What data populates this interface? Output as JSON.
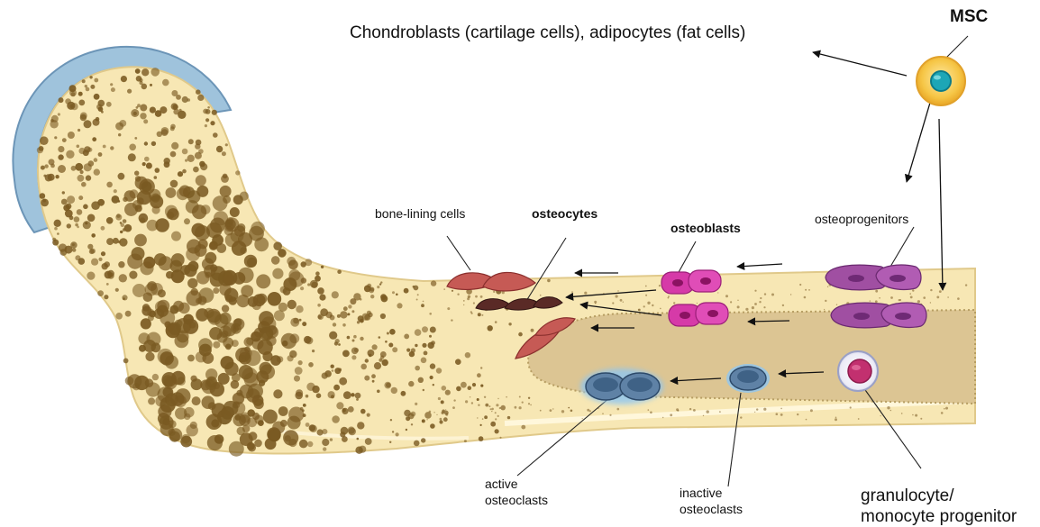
{
  "labels": {
    "msc": "MSC",
    "chondro_adipo": "Chondroblasts (cartilage cells), adipocytes (fat cells)",
    "bone_lining_cells": "bone-lining cells",
    "osteocytes": "osteocytes",
    "osteoblasts": "osteoblasts",
    "osteoprogenitors": "osteoprogenitors",
    "active_osteoclasts_line1": "active",
    "active_osteoclasts_line2": "osteoclasts",
    "inactive_osteoclasts_line1": "inactive",
    "inactive_osteoclasts_line2": "osteoclasts",
    "granulocyte_line1": "granulocyte/",
    "granulocyte_line2": "monocyte progenitor"
  },
  "colors": {
    "bone": "#f7e7b4",
    "bone_edge": "#e0c98a",
    "cartilage": "#9fc3dc",
    "marrow": "#ddc796",
    "pore": "#7a5a22",
    "bone_lining": "#c65a55",
    "osteocyte": "#5a2a26",
    "osteoblast": "#d63aa8",
    "osteoprogenitor": "#a04fa2",
    "osteoclast": "#5f82a6",
    "msc": "#f3bc3a",
    "msc_nucleus": "#1da6b6",
    "granulocyte": "#c2306f"
  }
}
